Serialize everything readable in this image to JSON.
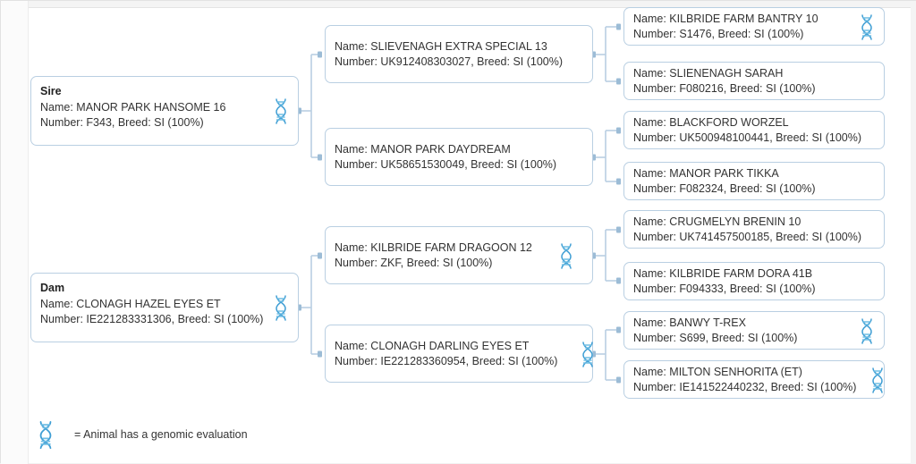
{
  "legend": {
    "icon": "dna-icon",
    "text": "= Animal has a genomic evaluation"
  },
  "labels": {
    "sire_role": "Sire",
    "dam_role": "Dam"
  },
  "colors": {
    "box_border": "#b9cfe2",
    "connector": "#b9cfe2",
    "text": "#333333",
    "background": "#ffffff",
    "dna_icon": "#4a9fd4"
  },
  "pedigree": {
    "roots": [
      {
        "role": "Sire",
        "name_line": "Name: MANOR PARK HANSOME 16",
        "number_line": "Number: F343, Breed: SI (100%)",
        "name": "MANOR PARK HANSOME 16",
        "number": "F343",
        "breed": "SI (100%)",
        "genomic": true
      },
      {
        "role": "Dam",
        "name_line": "Name: CLONAGH HAZEL EYES ET",
        "number_line": "Number: IE221283331306, Breed: SI (100%)",
        "name": "CLONAGH HAZEL EYES ET",
        "number": "IE221283331306",
        "breed": "SI (100%)",
        "genomic": true
      }
    ],
    "generation1": [
      {
        "name_line": "Name: SLIEVENAGH EXTRA SPECIAL 13",
        "number_line": "Number: UK912408303027, Breed: SI (100%)",
        "name": "SLIEVENAGH EXTRA SPECIAL 13",
        "number": "UK912408303027",
        "breed": "SI (100%)",
        "genomic": false
      },
      {
        "name_line": "Name: MANOR PARK DAYDREAM",
        "number_line": "Number: UK58651530049, Breed: SI (100%)",
        "name": "MANOR PARK DAYDREAM",
        "number": "UK58651530049",
        "breed": "SI (100%)",
        "genomic": false
      },
      {
        "name_line": "Name: KILBRIDE FARM DRAGOON 12",
        "number_line": "Number: ZKF, Breed: SI (100%)",
        "name": "KILBRIDE FARM DRAGOON 12",
        "number": "ZKF",
        "breed": "SI (100%)",
        "genomic": true
      },
      {
        "name_line": "Name: CLONAGH DARLING EYES ET",
        "number_line": "Number: IE221283360954, Breed: SI (100%)",
        "name": "CLONAGH DARLING EYES ET",
        "number": "IE221283360954",
        "breed": "SI (100%)",
        "genomic": true
      }
    ],
    "generation2": [
      {
        "name_line": "Name: KILBRIDE FARM BANTRY 10",
        "number_line": "Number: S1476, Breed: SI (100%)",
        "name": "KILBRIDE FARM BANTRY 10",
        "number": "S1476",
        "breed": "SI (100%)",
        "genomic": true
      },
      {
        "name_line": "Name: SLIENENAGH SARAH",
        "number_line": "Number: F080216, Breed: SI (100%)",
        "name": "SLIENENAGH SARAH",
        "number": "F080216",
        "breed": "SI (100%)",
        "genomic": false
      },
      {
        "name_line": "Name: BLACKFORD WORZEL",
        "number_line": "Number: UK500948100441, Breed: SI (100%)",
        "name": "BLACKFORD WORZEL",
        "number": "UK500948100441",
        "breed": "SI (100%)",
        "genomic": false
      },
      {
        "name_line": "Name: MANOR PARK TIKKA",
        "number_line": "Number: F082324, Breed: SI (100%)",
        "name": "MANOR PARK TIKKA",
        "number": "F082324",
        "breed": "SI (100%)",
        "genomic": false
      },
      {
        "name_line": "Name: CRUGMELYN BRENIN 10",
        "number_line": "Number: UK741457500185, Breed: SI (100%)",
        "name": "CRUGMELYN BRENIN 10",
        "number": "UK741457500185",
        "breed": "SI (100%)",
        "genomic": false
      },
      {
        "name_line": "Name: KILBRIDE FARM DORA 41B",
        "number_line": "Number: F094333, Breed: SI (100%)",
        "name": "KILBRIDE FARM DORA 41B",
        "number": "F094333",
        "breed": "SI (100%)",
        "genomic": false
      },
      {
        "name_line": "Name: BANWY T-REX",
        "number_line": "Number: S699, Breed: SI (100%)",
        "name": "BANWY T-REX",
        "number": "S699",
        "breed": "SI (100%)",
        "genomic": true
      },
      {
        "name_line": "Name: MILTON SENHORITA (ET)",
        "number_line": "Number: IE141522440232, Breed: SI (100%)",
        "name": "MILTON SENHORITA (ET)",
        "number": "IE141522440232",
        "breed": "SI (100%)",
        "genomic": true
      }
    ]
  }
}
